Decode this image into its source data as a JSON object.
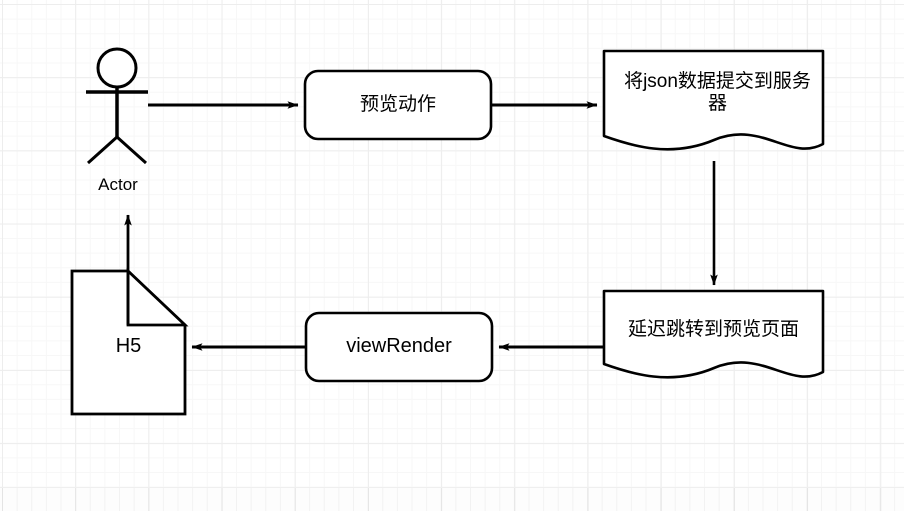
{
  "diagram": {
    "title": "Preview flow diagram",
    "background": {
      "canvas_color": "#ffffff",
      "grid_minor_color": "#f7f7f7",
      "grid_major_color": "#ededed"
    },
    "stroke_color": "#000000",
    "nodes": [
      {
        "id": "actor",
        "shape": "actor-stick-figure",
        "label": "Actor",
        "lang": "en"
      },
      {
        "id": "preview-action",
        "shape": "rounded-rectangle",
        "label": "预览动作",
        "lang": "zh"
      },
      {
        "id": "submit-json",
        "shape": "document-wavy-bottom",
        "label": "将json数据提交到服务器",
        "lang": "zh"
      },
      {
        "id": "delayed-redirect",
        "shape": "document-wavy-bottom",
        "label": "延迟跳转到预览页面",
        "lang": "zh"
      },
      {
        "id": "view-render",
        "shape": "rounded-rectangle",
        "label": "viewRender",
        "lang": "en"
      },
      {
        "id": "h5-page",
        "shape": "note-folded-corner",
        "label": "H5",
        "lang": "en"
      }
    ],
    "edges": [
      {
        "id": "actor-to-preview",
        "from": "actor",
        "to": "preview-action",
        "direction": "right",
        "style": "solid",
        "arrowhead": "filled-triangle"
      },
      {
        "id": "preview-to-submit",
        "from": "preview-action",
        "to": "submit-json",
        "direction": "right",
        "style": "solid",
        "arrowhead": "filled-triangle"
      },
      {
        "id": "submit-to-redirect",
        "from": "submit-json",
        "to": "delayed-redirect",
        "direction": "down",
        "style": "solid",
        "arrowhead": "filled-triangle"
      },
      {
        "id": "redirect-to-viewrender",
        "from": "delayed-redirect",
        "to": "view-render",
        "direction": "left",
        "style": "solid",
        "arrowhead": "filled-triangle"
      },
      {
        "id": "viewrender-to-h5",
        "from": "view-render",
        "to": "h5-page",
        "direction": "left",
        "style": "solid",
        "arrowhead": "filled-triangle"
      },
      {
        "id": "h5-to-actor",
        "from": "h5-page",
        "to": "actor",
        "direction": "up",
        "style": "solid",
        "arrowhead": "filled-triangle"
      }
    ]
  }
}
